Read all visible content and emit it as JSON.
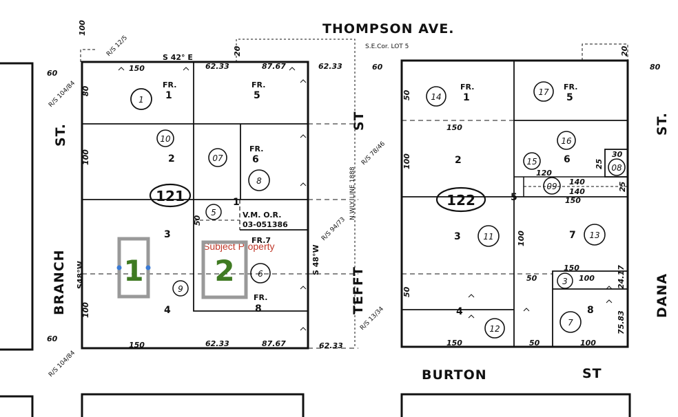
{
  "map": {
    "streets": {
      "thompson": "THOMPSON   AVE.",
      "burton": "BURTON",
      "burton_st": "ST",
      "branch": "BRANCH",
      "branch_st": "ST.",
      "tefft": "TEFFT",
      "tefft_st": "ST",
      "dana": "DANA",
      "dana_st": "ST."
    },
    "blocks": {
      "block_121": "121",
      "block_122": "122"
    },
    "annotations": {
      "bearing_top": "S 42° E",
      "bearing_left": "S48°W",
      "bearing_right": "S 48°W",
      "se_corner": "S.E.Cor. LOT 5",
      "nwly_line": "N.WLY. LINE 1888",
      "vm_or": "V.M.   O.R.",
      "doc_no": "03-051386",
      "fr7": "FR.7"
    },
    "record_surveys": [
      "R/S 12/5",
      "R/S 104/84",
      "R/S 78/46",
      "R/S 94/73",
      "R/S 13/34",
      "R/S 104/84"
    ],
    "dimensions": [
      "150",
      "62.33",
      "87.67",
      "62.33",
      "100",
      "60",
      "60",
      "80",
      "20",
      "20",
      "50",
      "150",
      "62.33",
      "87.67",
      "62.33",
      "60",
      "80",
      "100",
      "100",
      "150",
      "50",
      "100",
      "50",
      "150",
      "100",
      "50",
      "140",
      "140",
      "150",
      "120",
      "30",
      "25",
      "25",
      "150",
      "100",
      "24.17",
      "75.83",
      "100",
      "50"
    ],
    "overlay": {
      "subject_label": "Subject   Property",
      "marker_1": "1",
      "marker_2": "2",
      "marker_color": "#999999",
      "number_color": "#3f7a22",
      "label_color": "#c0392b"
    }
  }
}
